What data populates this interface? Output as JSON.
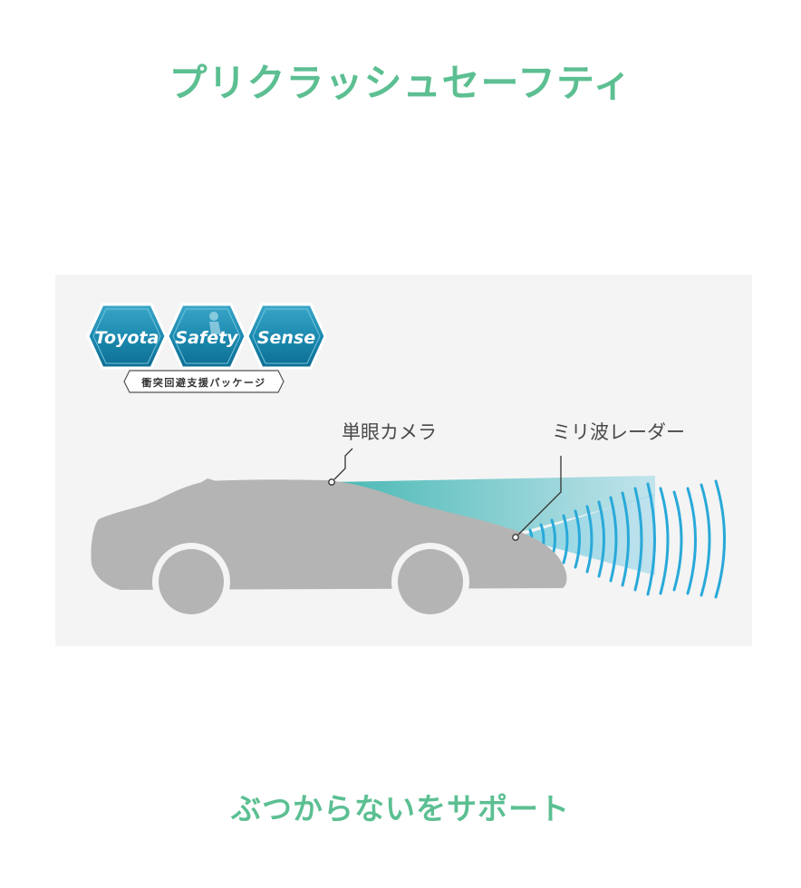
{
  "title": "プリクラッシュセーフティ",
  "footer": "ぶつからないをサポート",
  "badge": {
    "words": [
      "Toyota",
      "Safety",
      "Sense"
    ],
    "subtitle": "衝突回避支援パッケージ",
    "color": "#1a87ad"
  },
  "labels": {
    "camera": "単眼カメラ",
    "radar": "ミリ波レーダー"
  },
  "colors": {
    "accent": "#5cbf92",
    "car": "#b4b4b4",
    "camera_beam": "#3fb5b0",
    "radar_wave": "#29a9d9"
  },
  "icons": [
    "car-icon",
    "camera-sensor-icon",
    "radar-sensor-icon",
    "seated-figure-icon"
  ]
}
